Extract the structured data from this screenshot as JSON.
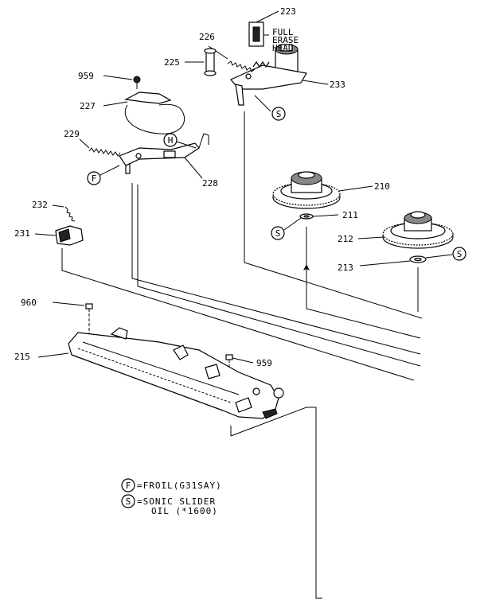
{
  "parts": {
    "p223": "223",
    "p226": "226",
    "p225": "225",
    "p959a": "959",
    "p233": "233",
    "p227": "227",
    "p229": "229",
    "p228": "228",
    "p210": "210",
    "p232": "232",
    "p211": "211",
    "p231": "231",
    "p212": "212",
    "p213": "213",
    "p960": "960",
    "p215": "215",
    "p959b": "959"
  },
  "head_label": [
    "FULL",
    "ERASE",
    "HEAD"
  ],
  "markers": {
    "f": "F",
    "s": "S",
    "h": "H"
  },
  "legend": {
    "f_symbol": "F",
    "f_text": "=FROIL(G31SAY)",
    "s_symbol": "S",
    "s_line1": "=SONIC SLIDER",
    "s_line2": "OIL (*1600)"
  }
}
